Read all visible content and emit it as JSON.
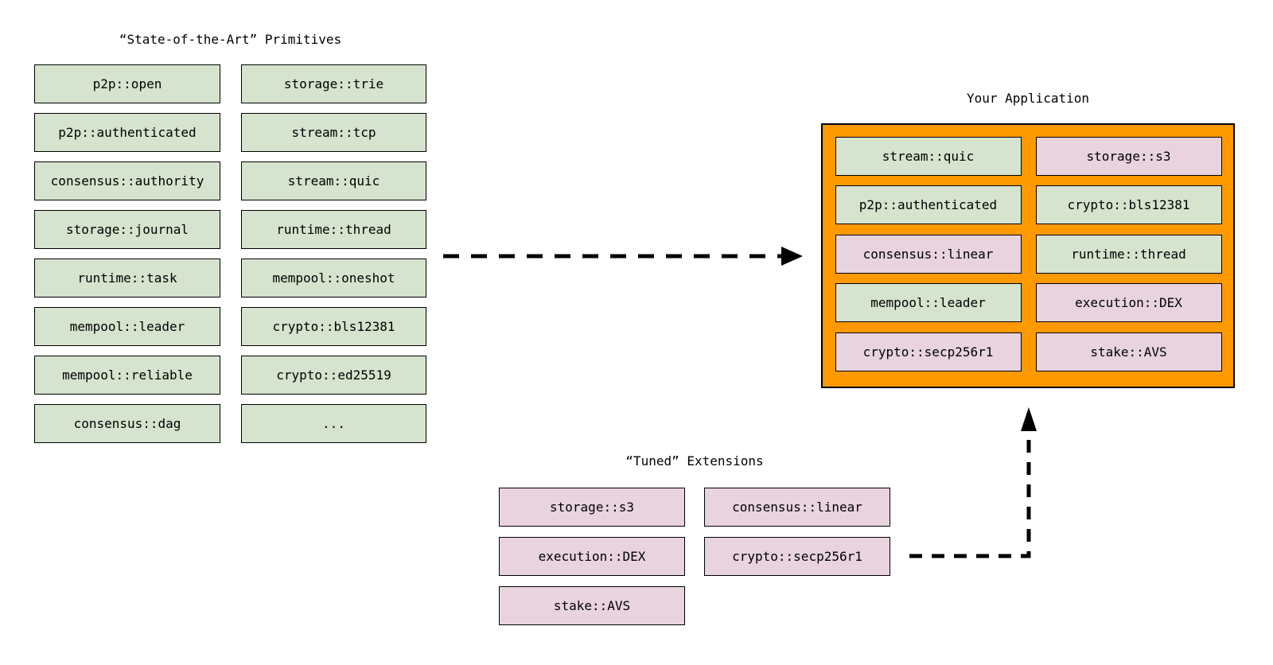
{
  "colors": {
    "primitive_fill": "#d6e3ce",
    "extension_fill": "#e8d3de",
    "application_fill": "#ff9900",
    "box_border": "#000000",
    "arrow": "#000000"
  },
  "primitives": {
    "title": "“State-of-the-Art” Primitives",
    "columns": [
      {
        "items": [
          "p2p::open",
          "p2p::authenticated",
          "consensus::authority",
          "storage::journal",
          "runtime::task",
          "mempool::leader",
          "mempool::reliable",
          "consensus::dag"
        ]
      },
      {
        "items": [
          "storage::trie",
          "stream::tcp",
          "stream::quic",
          "runtime::thread",
          "mempool::oneshot",
          "crypto::bls12381",
          "crypto::ed25519",
          "..."
        ]
      }
    ]
  },
  "extensions": {
    "title": "“Tuned” Extensions",
    "columns": [
      {
        "items": [
          "storage::s3",
          "execution::DEX",
          "stake::AVS"
        ]
      },
      {
        "items": [
          "consensus::linear",
          "crypto::secp256r1"
        ]
      }
    ]
  },
  "application": {
    "title": "Your Application",
    "columns": [
      {
        "items": [
          {
            "label": "stream::quic",
            "kind": "primitive"
          },
          {
            "label": "p2p::authenticated",
            "kind": "primitive"
          },
          {
            "label": "consensus::linear",
            "kind": "extension"
          },
          {
            "label": "mempool::leader",
            "kind": "primitive"
          },
          {
            "label": "crypto::secp256r1",
            "kind": "extension"
          }
        ]
      },
      {
        "items": [
          {
            "label": "storage::s3",
            "kind": "extension"
          },
          {
            "label": "crypto::bls12381",
            "kind": "primitive"
          },
          {
            "label": "runtime::thread",
            "kind": "primitive"
          },
          {
            "label": "execution::DEX",
            "kind": "extension"
          },
          {
            "label": "stake::AVS",
            "kind": "extension"
          }
        ]
      }
    ]
  },
  "arrows": [
    {
      "name": "primitives-to-application-arrow",
      "style": "dashed"
    },
    {
      "name": "extensions-to-application-arrow",
      "style": "dashed"
    }
  ]
}
